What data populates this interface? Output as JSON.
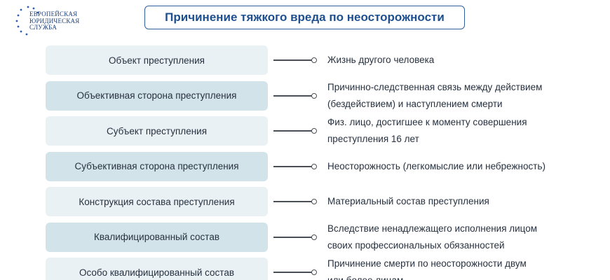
{
  "logo": {
    "lines": [
      "ЕВРОПЕЙСКАЯ",
      "ЮРИДИЧЕСКАЯ",
      "СЛУЖБА"
    ],
    "icon": "eu-stars-icon",
    "color": "#1c3f7a"
  },
  "title": "Причинение тяжкого вреда по неосторожности",
  "rows": [
    {
      "label": "Объект преступления",
      "desc": [
        "Жизнь другого человека"
      ]
    },
    {
      "label": "Объективная сторона преступления",
      "desc": [
        "Причинно-следственная связь между действием",
        "(бездействием) и наступлением смерти"
      ]
    },
    {
      "label": "Субъект преступления",
      "desc": [
        "Физ. лицо, достигшее к моменту совершения",
        "преступления 16 лет"
      ]
    },
    {
      "label": "Субъективная сторона преступления",
      "desc": [
        "Неосторожность (легкомыслие или небрежность)"
      ]
    },
    {
      "label": "Конструкция состава преступления",
      "desc": [
        "Материальный состав преступления"
      ]
    },
    {
      "label": "Квалифицированный состав",
      "desc": [
        "Вследствие ненадлежащего исполнения лицом",
        "своих профессиональных обязанностей"
      ]
    },
    {
      "label": "Особо квалифицированный состав",
      "desc": [
        "Причинение смерти по неосторожности двум",
        "или более лицам"
      ]
    }
  ],
  "colors": {
    "accent": "#1e4f8f",
    "box_light": "#e9f1f4",
    "box_dark": "#d2e4ea",
    "connector": "#4a4f57"
  }
}
